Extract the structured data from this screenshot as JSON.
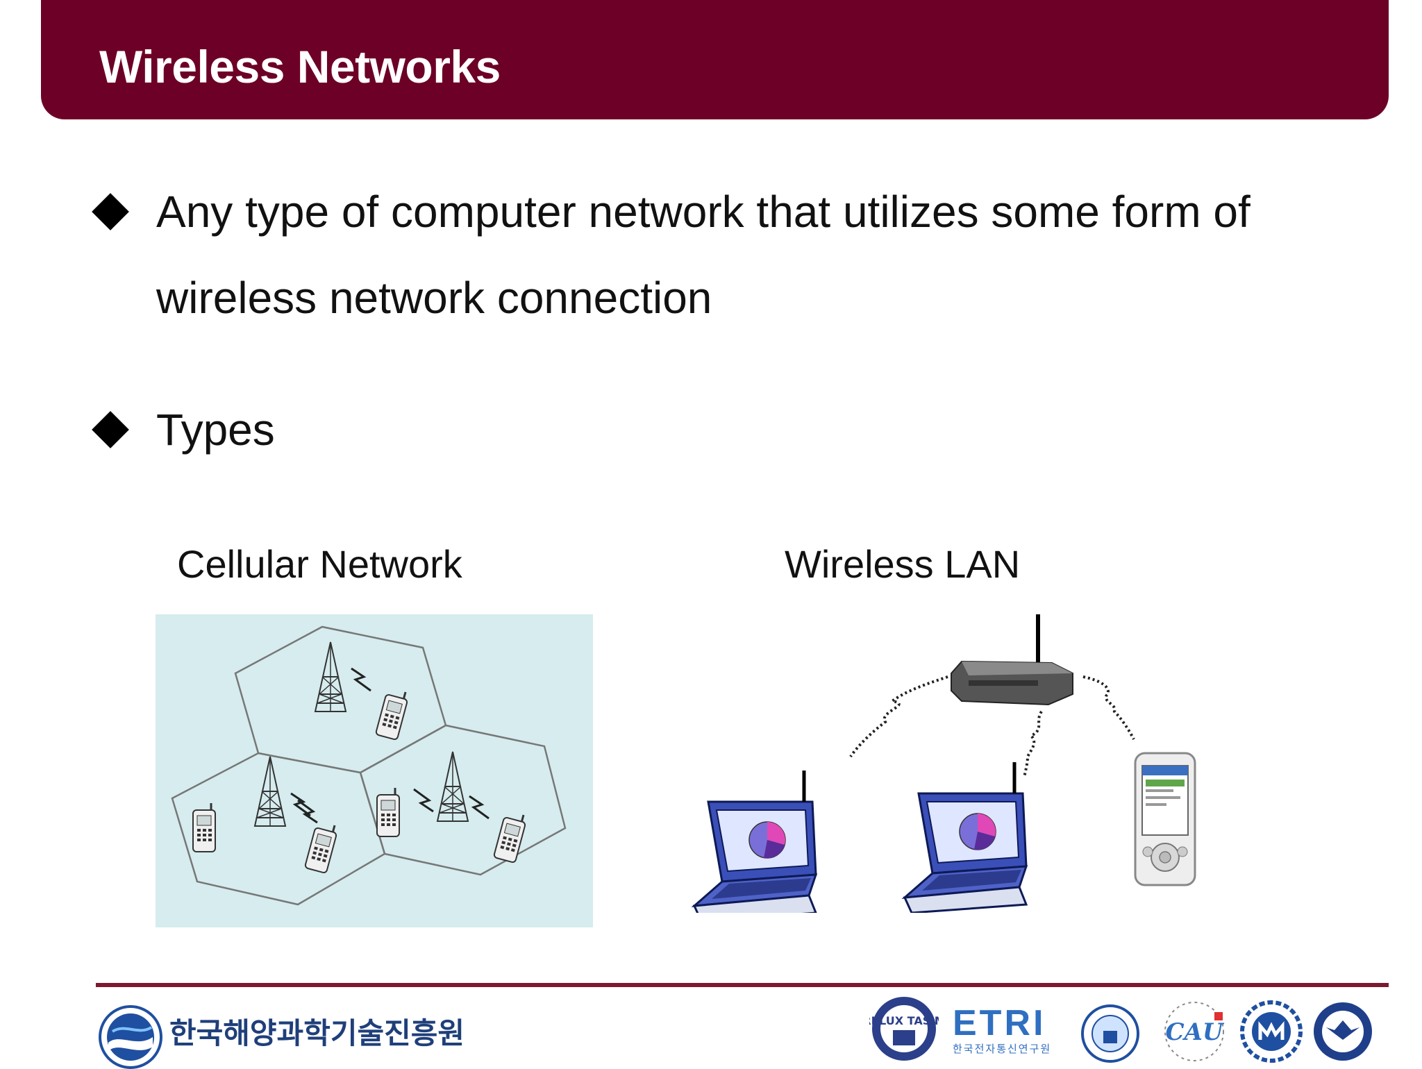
{
  "slide": {
    "title": "Wireless Networks",
    "bullets": [
      {
        "lines": [
          "Any type of computer network that utilizes some form of",
          "wireless network connection"
        ]
      },
      {
        "lines": [
          "Types"
        ]
      }
    ]
  },
  "figures": {
    "cellular": {
      "caption": "Cellular Network"
    },
    "wlan": {
      "caption": "Wireless LAN"
    }
  },
  "footer": {
    "org_name": "한국해양과학기술진흥원",
    "partner_logos": [
      {
        "icon": "snu-emblem-icon",
        "text": "VERI LUX TAS MEA"
      },
      {
        "icon": "etri-logo",
        "text": "ETRI",
        "subtext": "한국전자통신연구원"
      },
      {
        "icon": "inha-university-emblem-icon"
      },
      {
        "icon": "cau-logo",
        "text": "CAU"
      },
      {
        "icon": "mokpo-university-emblem-icon"
      },
      {
        "icon": "aerospace-university-emblem-icon"
      }
    ]
  },
  "colors": {
    "header_bg": "#6d0026",
    "footer_line": "#7b1a2f",
    "cellular_bg": "#d6ecef",
    "laptop_blue": "#3a4fb8"
  }
}
